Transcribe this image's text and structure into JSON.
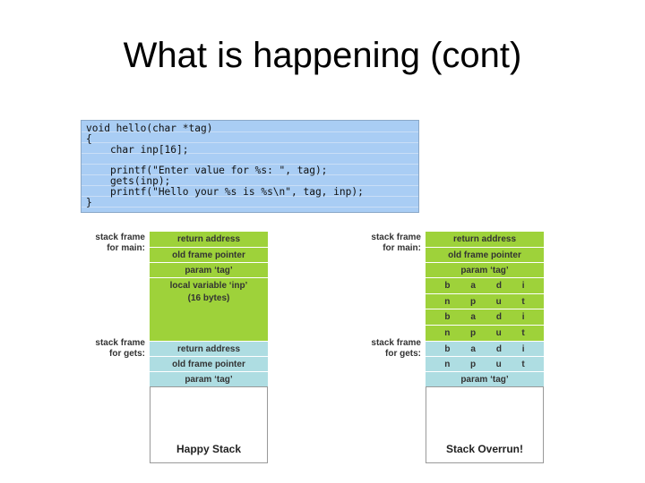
{
  "slide": {
    "title": "What is happening (cont)"
  },
  "code": {
    "lines": [
      "void hello(char *tag)",
      "{",
      "    char inp[16];",
      "",
      "    printf(\"Enter value for %s: \", tag);",
      "    gets(inp);",
      "    printf(\"Hello your %s is %s\\n\", tag, inp);",
      "}"
    ]
  },
  "happy_stack": {
    "label_main_1": "stack frame",
    "label_main_2": "for main:",
    "label_gets_1": "stack frame",
    "label_gets_2": "for gets:",
    "return_address": "return address",
    "old_frame_pointer": "old frame pointer",
    "param_tag": "param ‘tag’",
    "local_var_1": "local variable ‘inp’",
    "local_var_2": "(16 bytes)",
    "gets_return_address": "return address",
    "gets_old_frame_pointer": "old frame pointer",
    "gets_param_tag": "param ‘tag’",
    "caption": "Happy Stack"
  },
  "overrun_stack": {
    "label_main_1": "stack frame",
    "label_main_2": "for main:",
    "label_gets_1": "stack frame",
    "label_gets_2": "for gets:",
    "return_address": "return address",
    "old_frame_pointer": "old frame pointer",
    "param_tag": "param ‘tag’",
    "rows": [
      [
        "b",
        "a",
        "d",
        "i"
      ],
      [
        "n",
        "p",
        "u",
        "t"
      ],
      [
        "b",
        "a",
        "d",
        "i"
      ],
      [
        "n",
        "p",
        "u",
        "t"
      ],
      [
        "b",
        "a",
        "d",
        "i"
      ],
      [
        "n",
        "p",
        "u",
        "t"
      ]
    ],
    "gets_param_tag": "param ‘tag’",
    "caption": "Stack Overrun!"
  }
}
